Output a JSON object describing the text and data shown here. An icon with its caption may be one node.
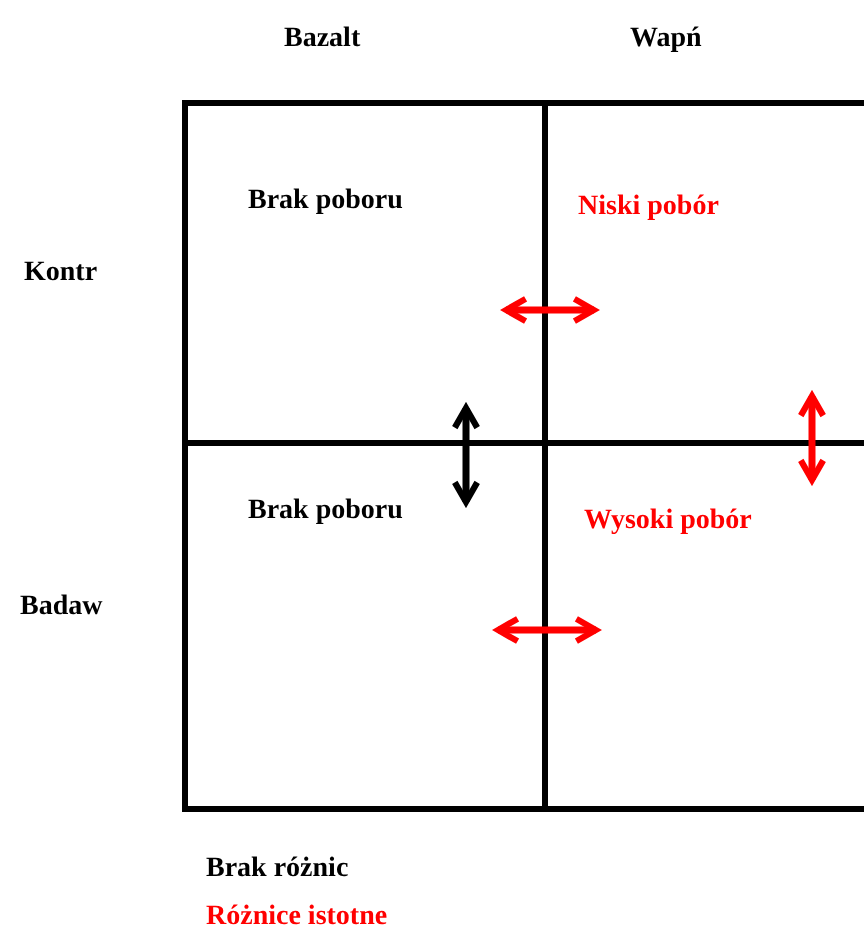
{
  "diagram": {
    "nodes": [
      {
        "text": [
          "Brak poboru"
        ]
      },
      {
        "text": [
          "Niski pobór"
        ]
      },
      {
        "text": [
          "Brak poboru"
        ]
      },
      {
        "text": [
          "Wysoki pobór"
        ]
      }
    ],
    "edges": [
      {
        "from": 0,
        "to": 1,
        "arrow": "both"
      },
      {
        "from": 0,
        "to": 2,
        "arrow": "both",
        "color": "#000000"
      },
      {
        "from": 1,
        "to": 3,
        "arrow": "both"
      },
      {
        "from": 2,
        "to": 3,
        "arrow": "both"
      }
    ],
    "labels": [
      "Bazalt",
      "Wapń",
      "Kontr",
      "Badaw"
    ],
    "legend": [
      {
        "text": "Brak różnic",
        "color": "#000000"
      },
      {
        "text": "Różnice istotne",
        "color": "#ff0000"
      }
    ]
  }
}
